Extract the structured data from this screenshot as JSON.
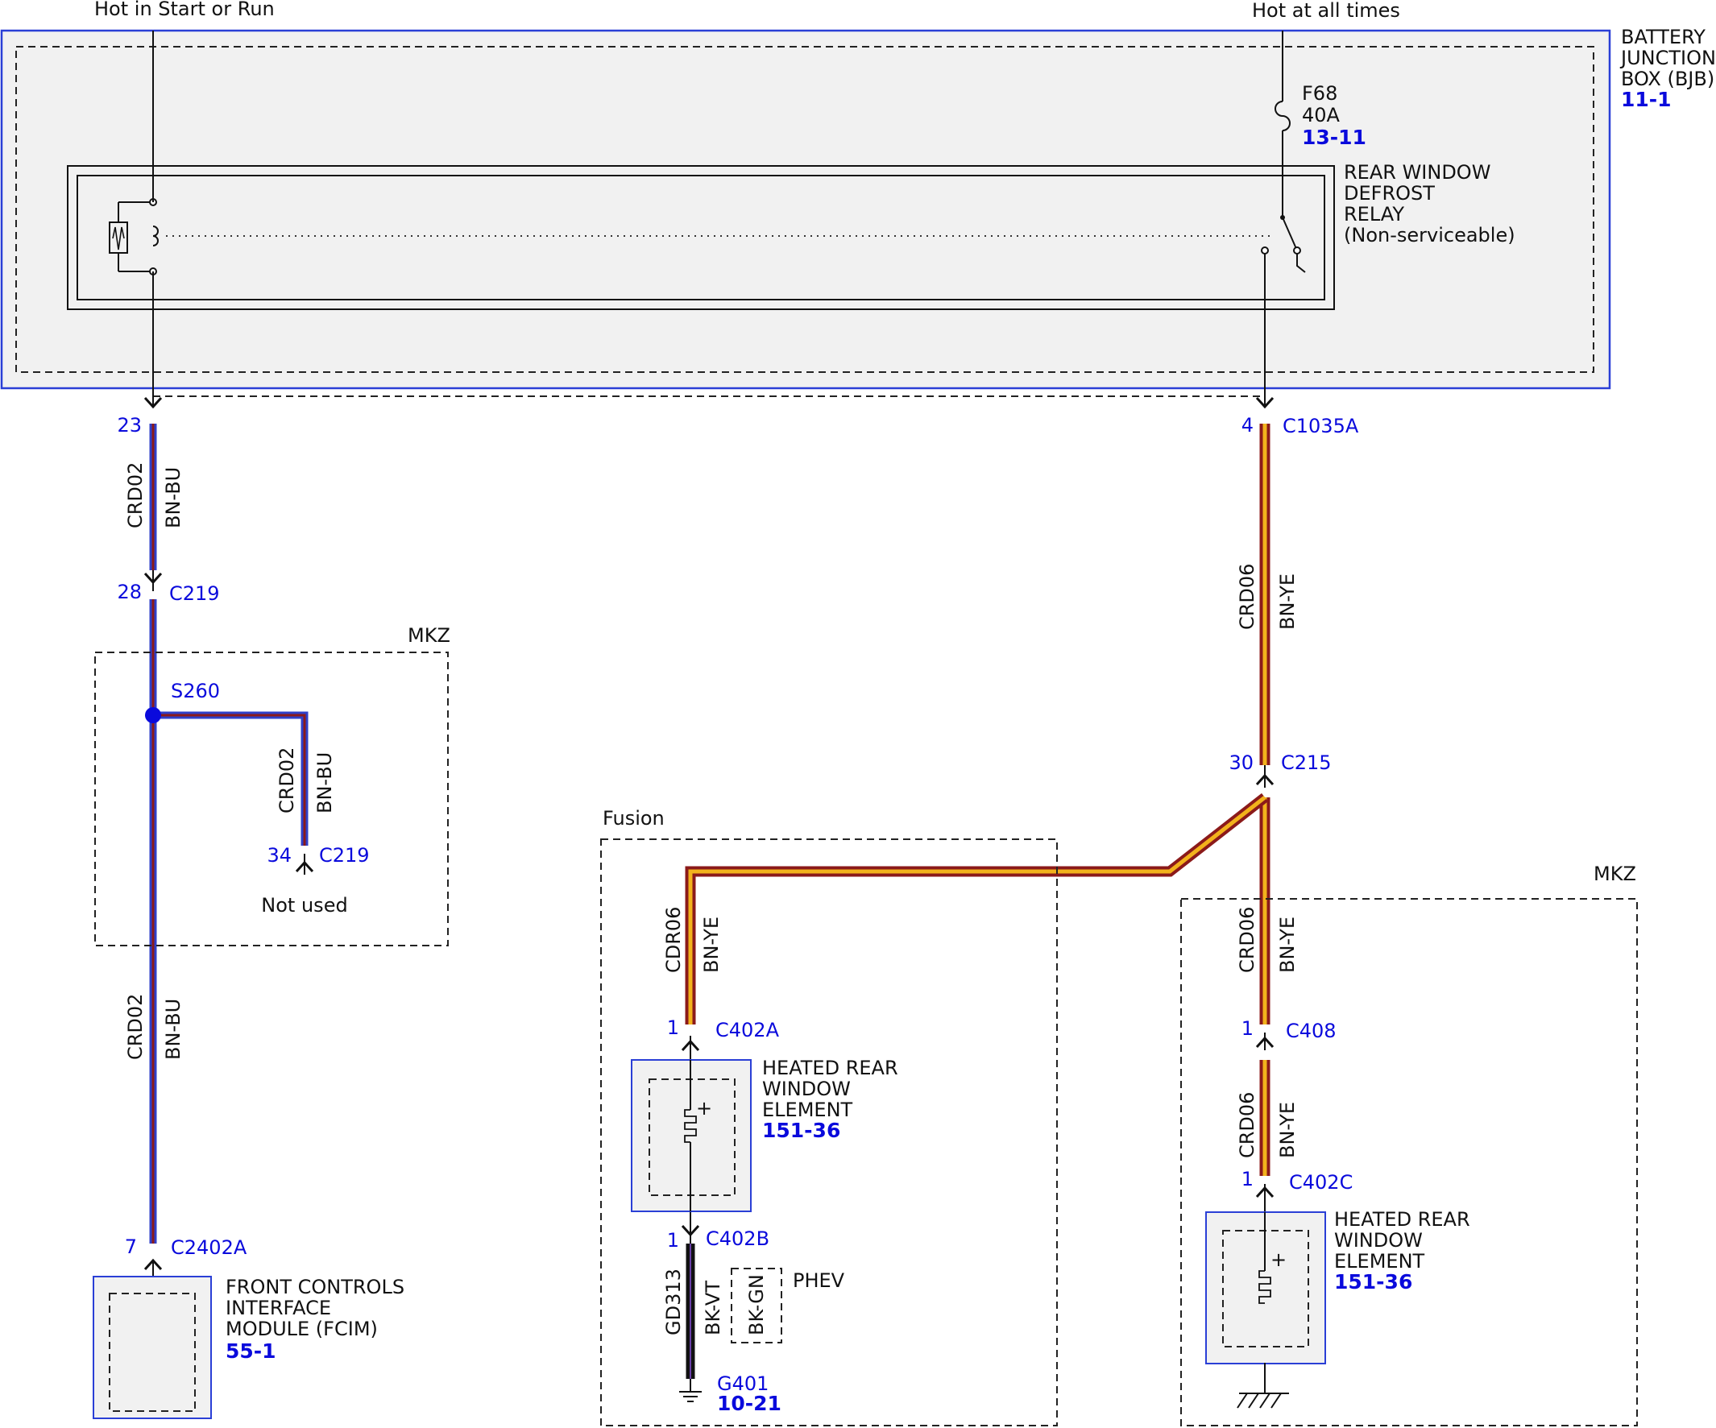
{
  "supply": {
    "left": "Hot in Start or Run",
    "right": "Hot at all times"
  },
  "bjb": {
    "line1": "BATTERY",
    "line2": "JUNCTION",
    "line3": "BOX (BJB)",
    "ref": "11-1"
  },
  "fuse": {
    "id": "F68",
    "rating": "40A",
    "ref": "13-11"
  },
  "relay": {
    "line1": "REAR WINDOW",
    "line2": "DEFROST",
    "line3": "RELAY",
    "line4": "(Non-serviceable)"
  },
  "left_branch": {
    "pin_bjb": "23",
    "wire1_circuit": "CRD02",
    "wire1_color": "BN-BU",
    "pin_c219": "28",
    "conn_c219": "C219",
    "mkz_label": "MKZ",
    "splice": "S260",
    "wire2_circuit": "CRD02",
    "wire2_color": "BN-BU",
    "pin_c219b": "34",
    "conn_c219b": "C219",
    "not_used": "Not used",
    "wire3_circuit": "CRD02",
    "wire3_color": "BN-BU",
    "pin_fcim": "7",
    "conn_fcim": "C2402A"
  },
  "fcim": {
    "line1": "FRONT CONTROLS",
    "line2": "INTERFACE",
    "line3": "MODULE (FCIM)",
    "ref": "55-1"
  },
  "right_branch": {
    "pin_c1035a": "4",
    "conn_c1035a": "C1035A",
    "wire1_circuit": "CRD06",
    "wire1_color": "BN-YE",
    "pin_c215": "30",
    "conn_c215": "C215"
  },
  "fusion": {
    "label": "Fusion",
    "wire_circuit": "CDR06",
    "wire_color": "BN-YE",
    "pin_c402a": "1",
    "conn_c402a": "C402A",
    "elem_line1": "HEATED REAR",
    "elem_line2": "WINDOW",
    "elem_line3": "ELEMENT",
    "elem_ref": "151-36",
    "pin_c402b": "1",
    "conn_c402b": "C402B",
    "gnd_circuit": "GD313",
    "gnd_color": "BK-VT",
    "gnd_color_alt": "BK-GN",
    "phev": "PHEV",
    "ground": "G401",
    "ground_ref": "10-21"
  },
  "mkz_right": {
    "label": "MKZ",
    "wire1_circuit": "CRD06",
    "wire1_color": "BN-YE",
    "pin_c408": "1",
    "conn_c408": "C408",
    "wire2_circuit": "CRD06",
    "wire2_color": "BN-YE",
    "pin_c402c": "1",
    "conn_c402c": "C402C",
    "elem_line1": "HEATED REAR",
    "elem_line2": "WINDOW",
    "elem_line3": "ELEMENT",
    "elem_ref": "151-36"
  },
  "colors": {
    "brown": "#8b1a1a",
    "blue": "#3f4fd9",
    "yellow": "#f2b21c",
    "ref_blue": "#0a0adc",
    "box_fill": "#f1f1f1",
    "module_border": "#2a3fd6"
  }
}
